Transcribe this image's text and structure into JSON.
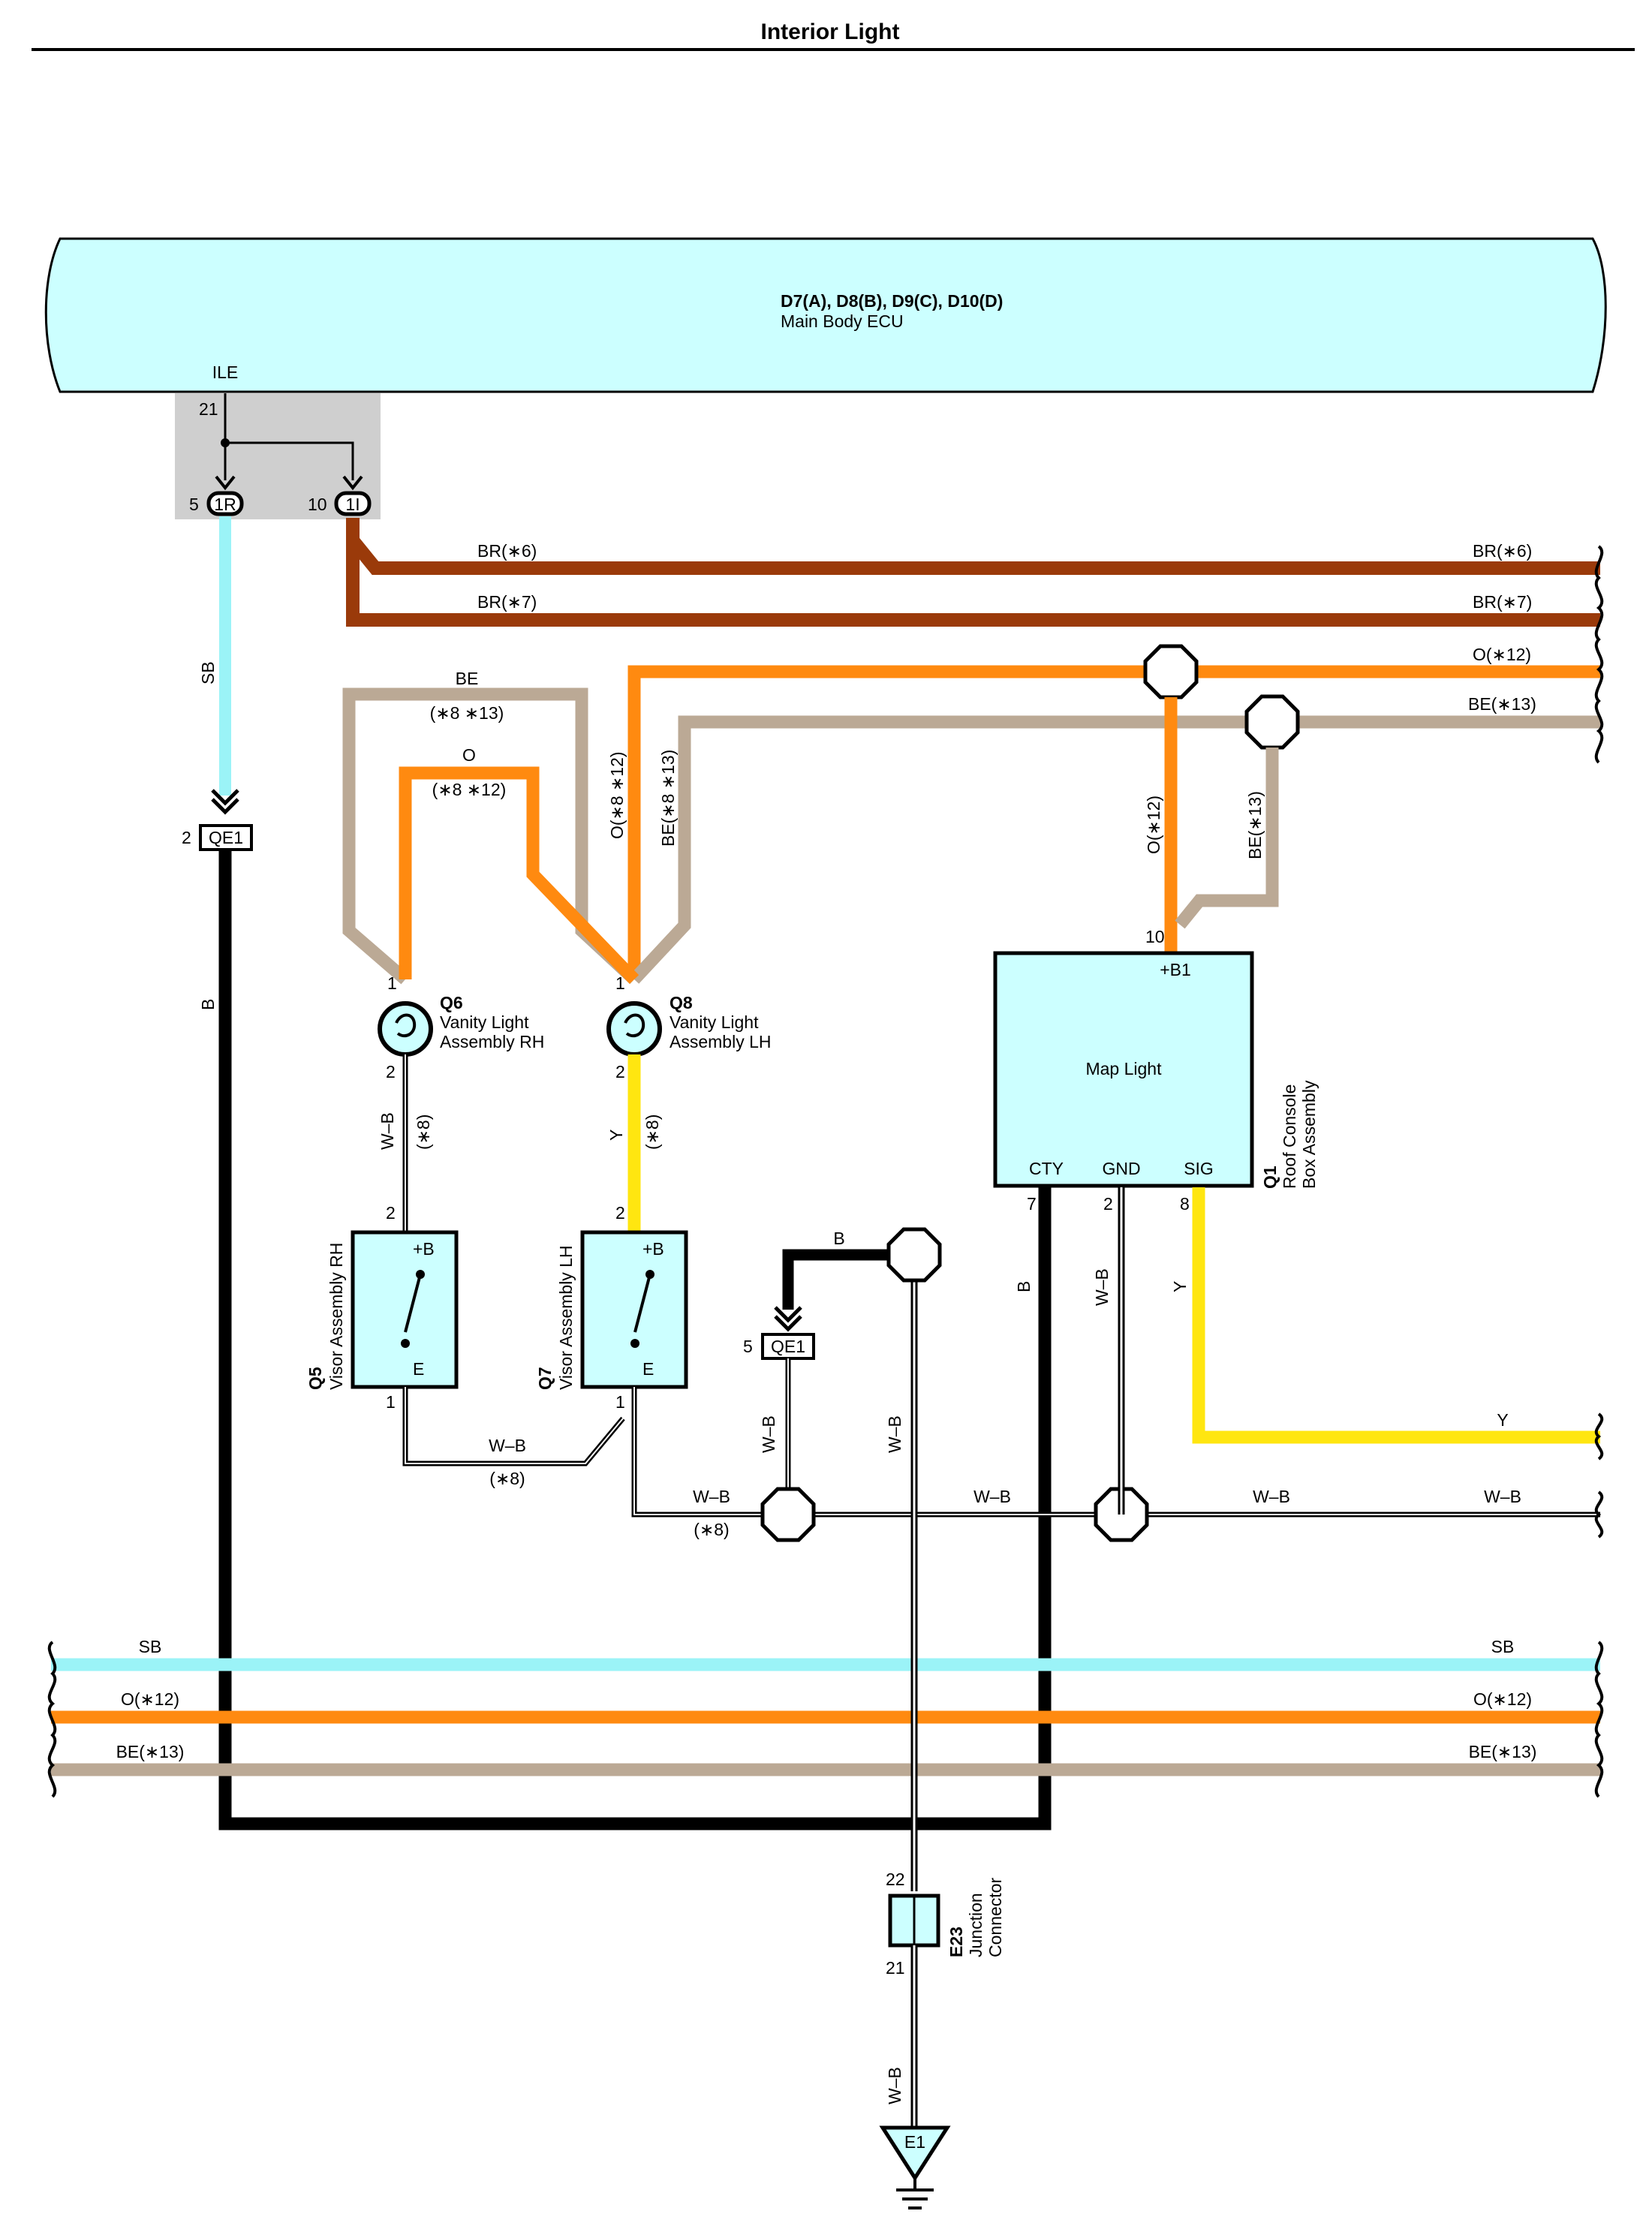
{
  "page": {
    "title": "Interior Light"
  },
  "colors": {
    "SB": "#9bf3f7",
    "BR": "#9a3a0a",
    "O": "#ff8a10",
    "BE": "#bba995",
    "Y": "#ffe610",
    "B": "#000000",
    "component_fill": "#ccffff",
    "shade": "#cfcfcf"
  },
  "ecu": {
    "codes": "D7(A), D8(B), D9(C), D10(D)",
    "name": "Main Body ECU",
    "terminal_name": "ILE",
    "terminal_pin": "21"
  },
  "connectors": {
    "c1r": {
      "pin": "5",
      "code": "1R"
    },
    "c1i": {
      "pin": "10",
      "code": "1I"
    },
    "qe1_left": {
      "pin": "2",
      "code": "QE1"
    },
    "qe1_mid": {
      "pin": "5",
      "code": "QE1"
    }
  },
  "wire_labels": {
    "br6": "BR(∗6)",
    "br7": "BR(∗7)",
    "o12": "O(∗12)",
    "be13": "BE(∗13)",
    "sb": "SB",
    "b": "B",
    "y": "Y",
    "wb": "W–B",
    "o": "O",
    "be": "BE",
    "o812": "O(∗8 ∗12)",
    "be813": "BE(∗8 ∗13)",
    "n813": "(∗8 ∗13)",
    "n812": "(∗8 ∗12)",
    "n8": "(∗8)"
  },
  "components": {
    "q6": {
      "code": "Q6",
      "line1": "Vanity Light",
      "line2": "Assembly RH",
      "pin_top": "1",
      "pin_bottom": "2"
    },
    "q8": {
      "code": "Q8",
      "line1": "Vanity Light",
      "line2": "Assembly LH",
      "pin_top": "1",
      "pin_bottom": "2"
    },
    "q5": {
      "code": "Q5",
      "name": "Visor Assembly RH",
      "pin_top": "2",
      "pin_bottom": "1",
      "plus": "+B",
      "ground": "E"
    },
    "q7": {
      "code": "Q7",
      "name": "Visor Assembly LH",
      "pin_top": "2",
      "pin_bottom": "1",
      "plus": "+B",
      "ground": "E"
    },
    "q1": {
      "code": "Q1",
      "line1": "Roof Console",
      "line2": "Box Assembly",
      "inner": "Map Light",
      "t_b1": "+B1",
      "t_cty": "CTY",
      "t_gnd": "GND",
      "t_sig": "SIG",
      "pin_b1": "10",
      "pin_cty": "7",
      "pin_gnd": "2",
      "pin_sig": "8"
    },
    "e23": {
      "code": "E23",
      "line1": "Junction",
      "line2": "Connector",
      "pin_top": "22",
      "pin_bottom": "21"
    },
    "e1": {
      "code": "E1"
    }
  },
  "icons": [
    "ground-icon",
    "switch-icon",
    "bulb-icon",
    "splice-icon",
    "connector-arrow-icon"
  ]
}
